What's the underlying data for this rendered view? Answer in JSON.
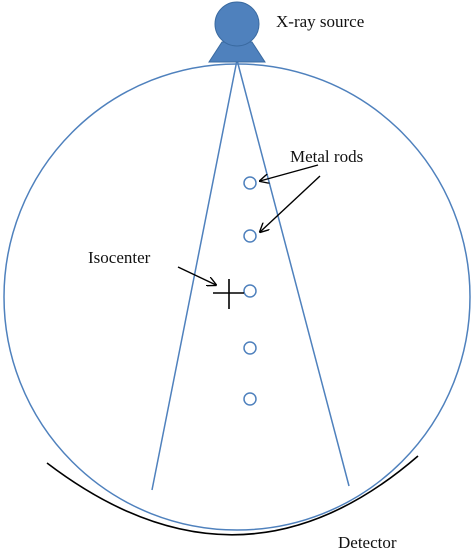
{
  "labels": {
    "source": "X-ray source",
    "metal_rods": "Metal rods",
    "isocenter": "Isocenter",
    "detector": "Detector"
  },
  "colors": {
    "outline": "#4f81bd",
    "source_fill": "#4f81bd",
    "rod_stroke": "#4f81bd",
    "arrow": "#000000",
    "detector": "#000000",
    "crosshair": "#000000"
  },
  "rods": {
    "count": 5
  }
}
